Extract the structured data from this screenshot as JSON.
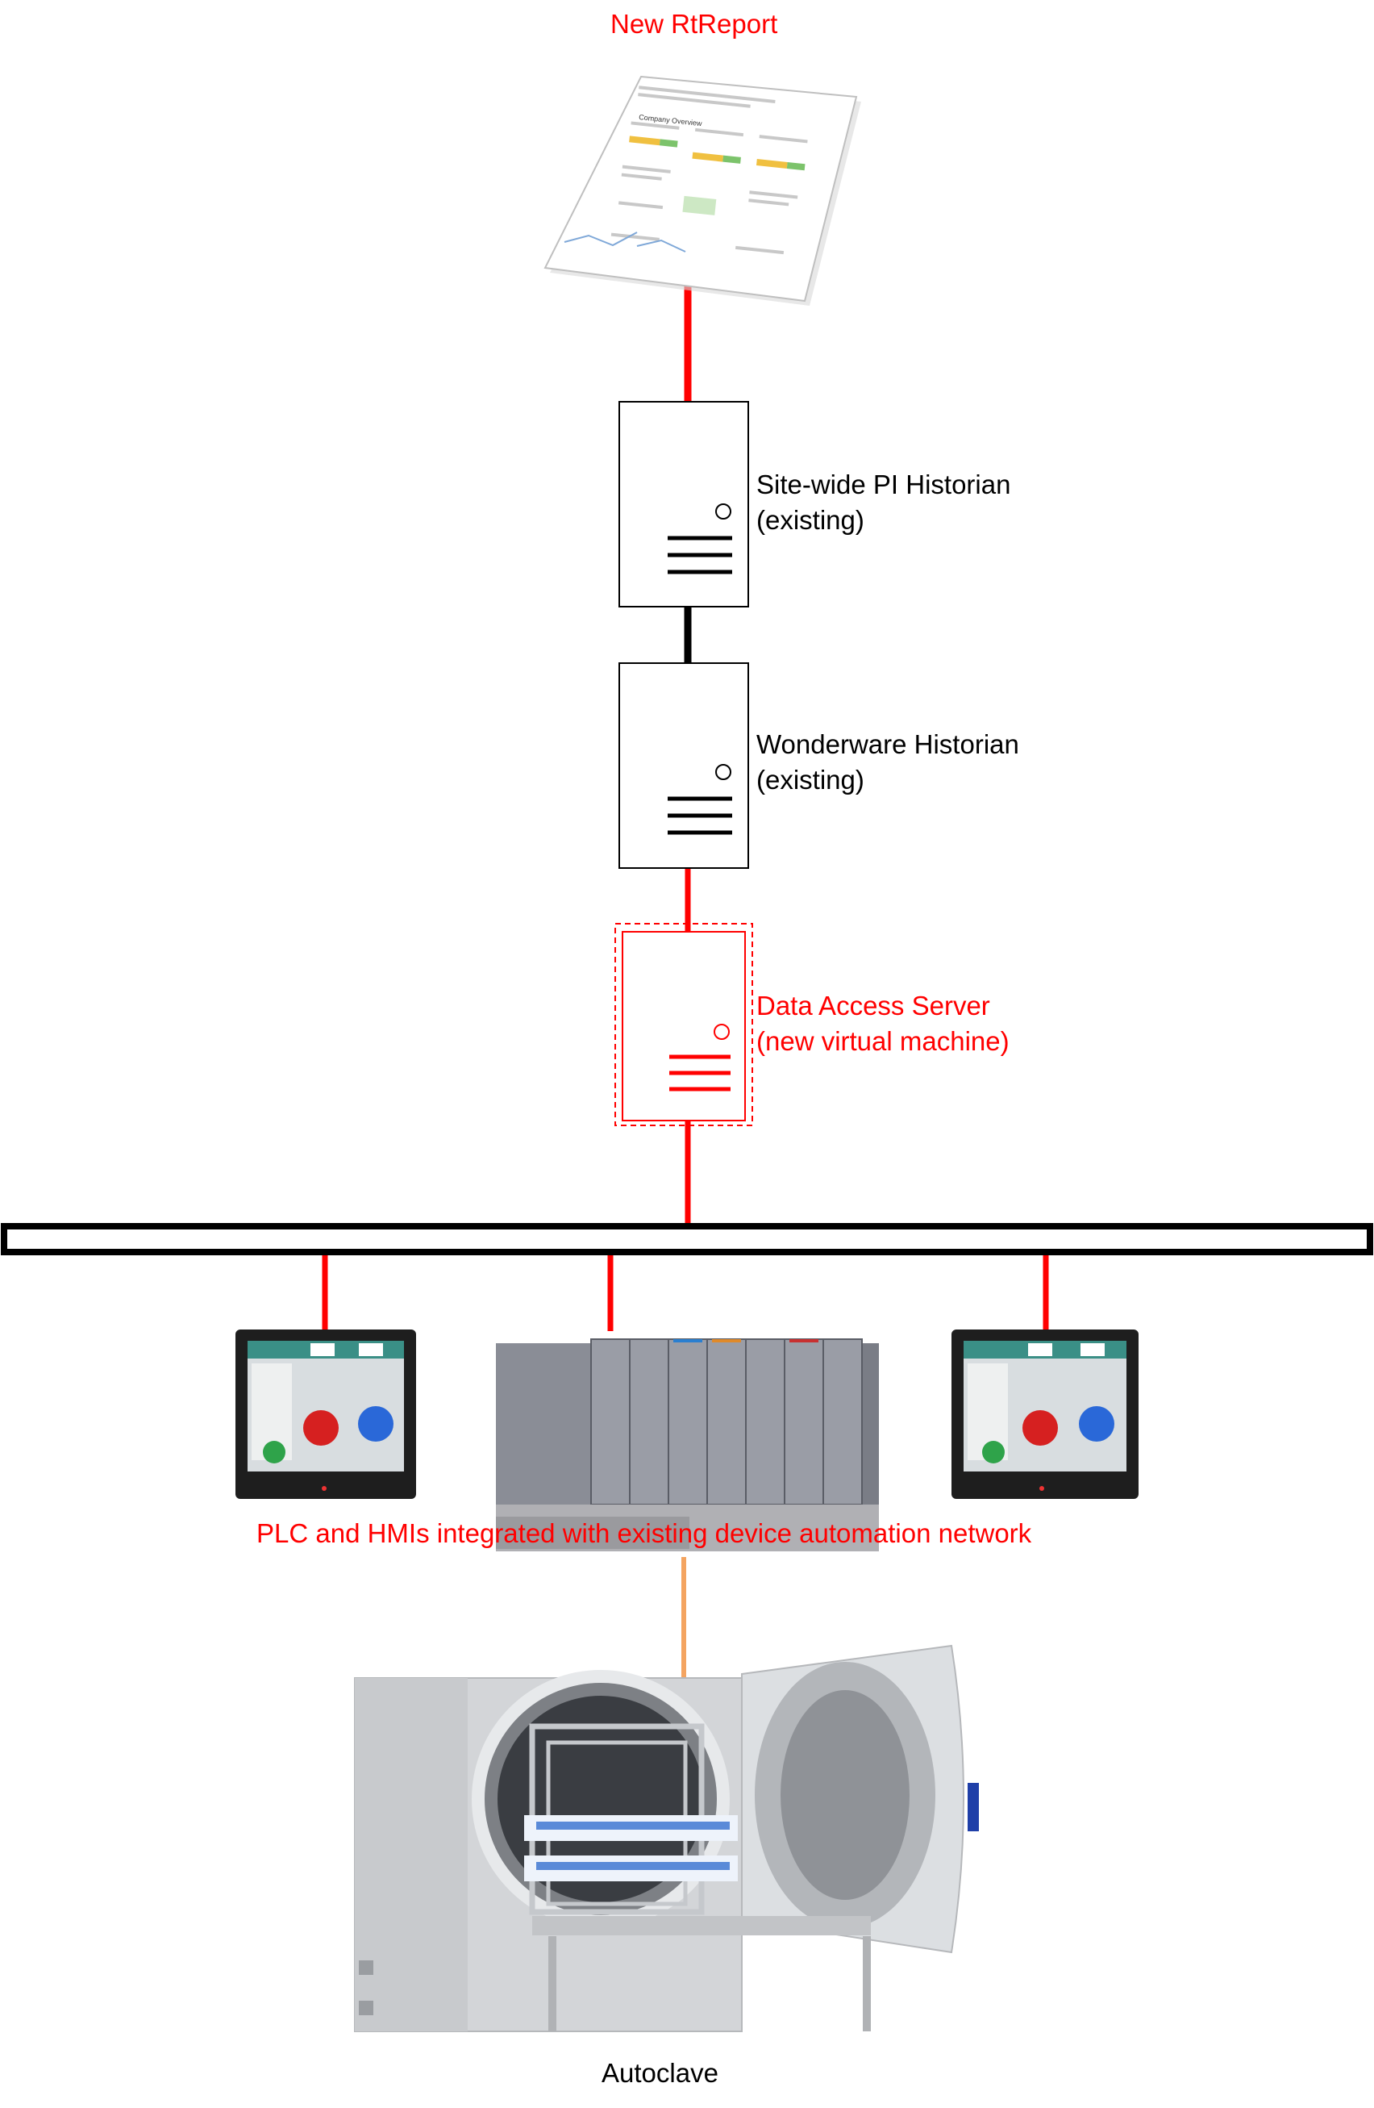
{
  "report": {
    "title": "New RtReport",
    "doc_heading": "Company Overview"
  },
  "pi_historian": {
    "line1": "Site-wide PI Historian",
    "line2": "(existing)"
  },
  "wonderware_historian": {
    "line1": "Wonderware Historian",
    "line2": "(existing)"
  },
  "data_access_server": {
    "line1": "Data Access Server",
    "line2": "(new virtual machine)"
  },
  "network": {
    "caption": "PLC and HMIs integrated with existing device automation network"
  },
  "autoclave": {
    "label": "Autoclave"
  },
  "colors": {
    "new_component": "#ff0000",
    "existing": "#000000",
    "device_link": "#f4a460"
  }
}
